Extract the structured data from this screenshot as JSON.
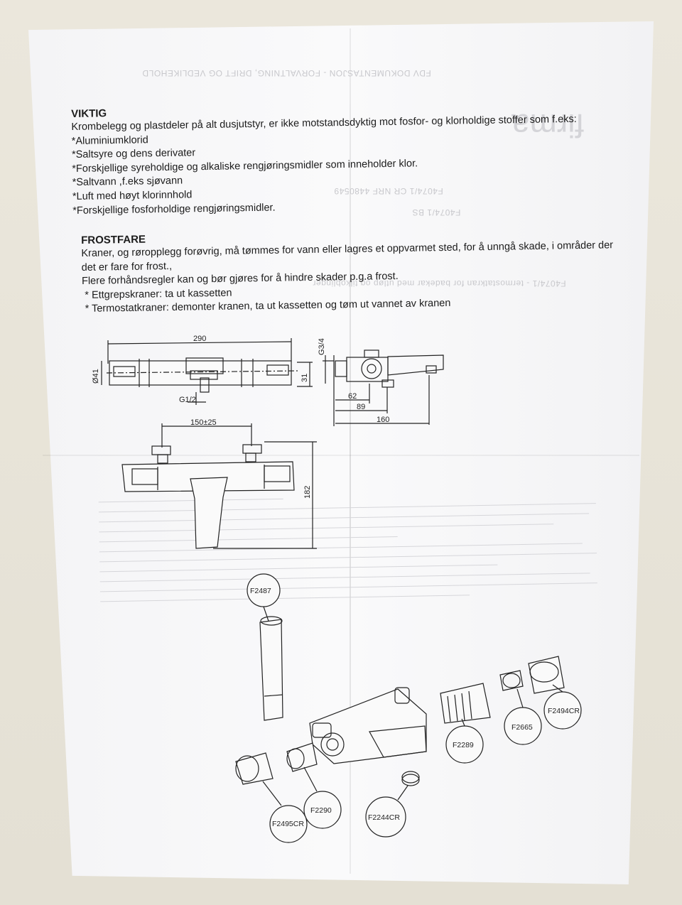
{
  "viktig": {
    "heading": "VIKTIG",
    "lines": [
      "Krombelegg og plastdeler på alt dusjutstyr, er ikke motstandsdyktig mot fosfor- og klorholdige stoffer som f.eks:",
      "*Aluminiumklorid",
      "*Saltsyre og dens derivater",
      "*Forskjellige syreholdige og alkaliske rengjøringsmidler som inneholder klor.",
      "*Saltvann ,f.eks sjøvann",
      "*Luft med høyt klorinnhold",
      "*Forskjellige fosforholdige rengjøringsmidler."
    ]
  },
  "frostfare": {
    "heading": "FROSTFARE",
    "lines": [
      "Kraner, og røropplegg forøvrig, må tømmes for vann eller lagres et oppvarmet sted, for å unngå skade, i områder der",
      "det er fare for frost.,",
      "Flere forhåndsregler kan og bør gjøres for å hindre skader p.g.a frost.",
      "* Ettgrepskraner: ta ut kassetten",
      "* Termostatkraner: demonter kranen, ta ut kassetten og tøm ut vannet av kranen"
    ]
  },
  "dimensions": {
    "width_290": "290",
    "dia_41": "Ø41",
    "height_31": "31",
    "g12": "G1/2",
    "g34": "G3/4",
    "d62": "62",
    "d89": "89",
    "d160": "160",
    "d150": "150±25",
    "d182": "182"
  },
  "parts": [
    "F2487",
    "F2494CR",
    "F2665",
    "F2289",
    "F2290",
    "F2495CR",
    "F2244CR"
  ],
  "ghost_text": {
    "header": "FDV DOKUMENTASJON - FORVALTNING, DRIFT OG VEDLIKEHOLD",
    "logo": "firma",
    "codes1": "F4074/1 CR   NRF 4480549",
    "codes2": "F4074/1 BS",
    "title": "F4074/1 - termostatkran for badekar med utløp og tilkoblinger"
  }
}
